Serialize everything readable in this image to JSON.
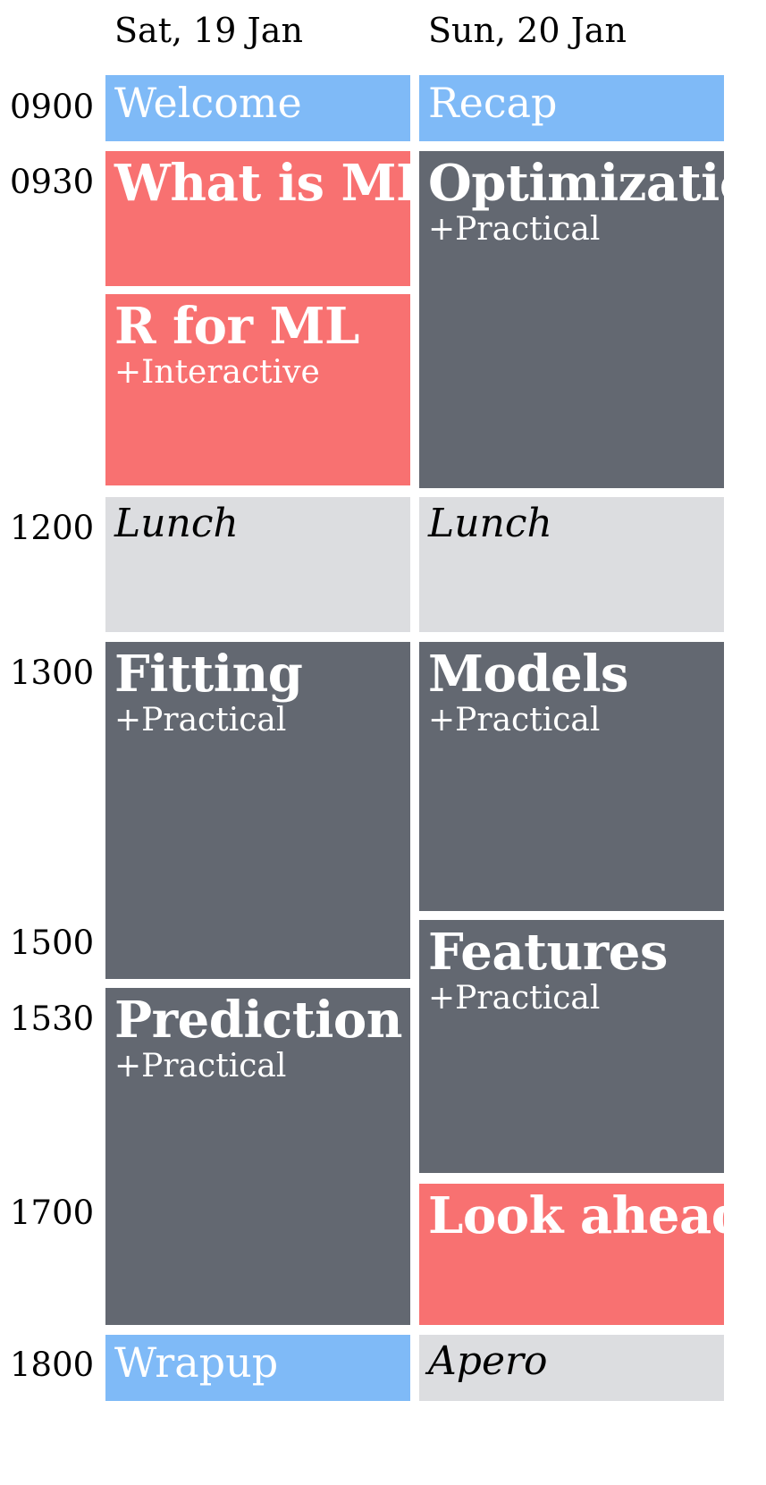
{
  "days": [
    {
      "header": "Sat, 19 Jan",
      "sessions": [
        {
          "title": "Welcome",
          "subtitle": "",
          "kind": "admin",
          "color": "#7fbaf7"
        },
        {
          "title": "What is ML",
          "subtitle": "",
          "kind": "lecture",
          "color": "#f87171"
        },
        {
          "title": "R for ML",
          "subtitle": "+Interactive",
          "kind": "lecture",
          "color": "#f87171"
        },
        {
          "title": "Lunch",
          "subtitle": "",
          "kind": "break",
          "color": "#dcdde0"
        },
        {
          "title": "Fitting",
          "subtitle": "+Practical",
          "kind": "practical",
          "color": "#636871"
        },
        {
          "title": "Prediction",
          "subtitle": "+Practical",
          "kind": "practical",
          "color": "#636871"
        },
        {
          "title": "Wrapup",
          "subtitle": "",
          "kind": "admin",
          "color": "#7fbaf7"
        }
      ]
    },
    {
      "header": "Sun, 20 Jan",
      "sessions": [
        {
          "title": "Recap",
          "subtitle": "",
          "kind": "admin",
          "color": "#7fbaf7"
        },
        {
          "title": "Optimization",
          "subtitle": "+Practical",
          "kind": "practical",
          "color": "#636871"
        },
        {
          "title": "Lunch",
          "subtitle": "",
          "kind": "break",
          "color": "#dcdde0"
        },
        {
          "title": "Models",
          "subtitle": "+Practical",
          "kind": "practical",
          "color": "#636871"
        },
        {
          "title": "Features",
          "subtitle": "+Practical",
          "kind": "practical",
          "color": "#636871"
        },
        {
          "title": "Look ahead",
          "subtitle": "",
          "kind": "lecture",
          "color": "#f87171"
        },
        {
          "title": "Apero",
          "subtitle": "",
          "kind": "break",
          "color": "#dcdde0"
        }
      ]
    }
  ],
  "times": [
    "0900",
    "0930",
    "1200",
    "1300",
    "1500",
    "1530",
    "1700",
    "1800"
  ]
}
